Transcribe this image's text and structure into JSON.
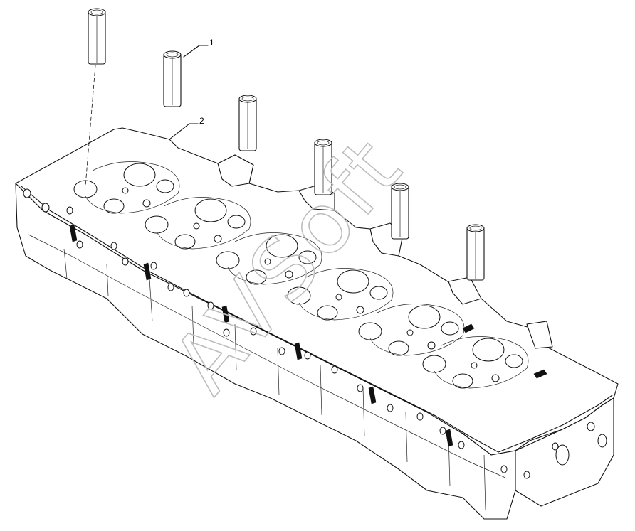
{
  "callouts": [
    {
      "label": "1",
      "part": "tube"
    },
    {
      "label": "2",
      "part": "cylinder-head"
    }
  ],
  "watermark": {
    "text": "AVSoft"
  },
  "colors": {
    "line": "#111111",
    "background": "#ffffff",
    "watermark": "#bdbdbd"
  }
}
